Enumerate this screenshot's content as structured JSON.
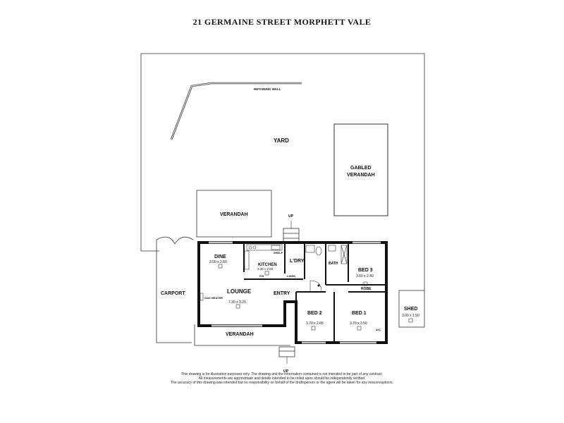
{
  "title": "21 GERMAINE STREET MORPHETT VALE",
  "labels": {
    "retaining_wall": "RETAINING WALL",
    "yard": "YARD",
    "gabled_line1": "GABLED",
    "gabled_line2": "VERANDAH",
    "verandah_top": "VERANDAH",
    "verandah_bottom": "VERANDAH",
    "carport": "CARPORT",
    "shed": "SHED",
    "dine": "DINE",
    "kitchen": "KITCHEN",
    "laundry": "L'DRY",
    "bath": "BATH",
    "bed3": "BED 3",
    "robe": "ROBE",
    "lounge": "LOUNGE",
    "entry": "ENTRY",
    "bed2": "BED 2",
    "bed1": "BED 1",
    "gas_heater": "GAS HEATER",
    "linen": "LINEN",
    "shelf": "SHELF",
    "fs": "F/S",
    "ac": "A/C",
    "up_top": "UP",
    "up_bottom": "UP"
  },
  "dimensions": {
    "shed": "3.00 x 1.50",
    "dine": "3.00 x 2.60",
    "kitchen": "3.35 x 2.50",
    "bed3": "3.60 x 2.40",
    "lounge": "7.30 x 3.20",
    "bed2": "3.70 x 2.65",
    "bed1": "3.70 x 3.50"
  },
  "disclaimer": [
    "This drawing is for illustration purposes only. The drawing and the information contained is not intended to be part of any contract.",
    "All measurements are approximate and details intended to be relied upon should be independently verified.",
    "The accuracy of this drawing was intended but no responsibility on behalf of the draftsperson or the agent will be taken for any misconceptions."
  ]
}
